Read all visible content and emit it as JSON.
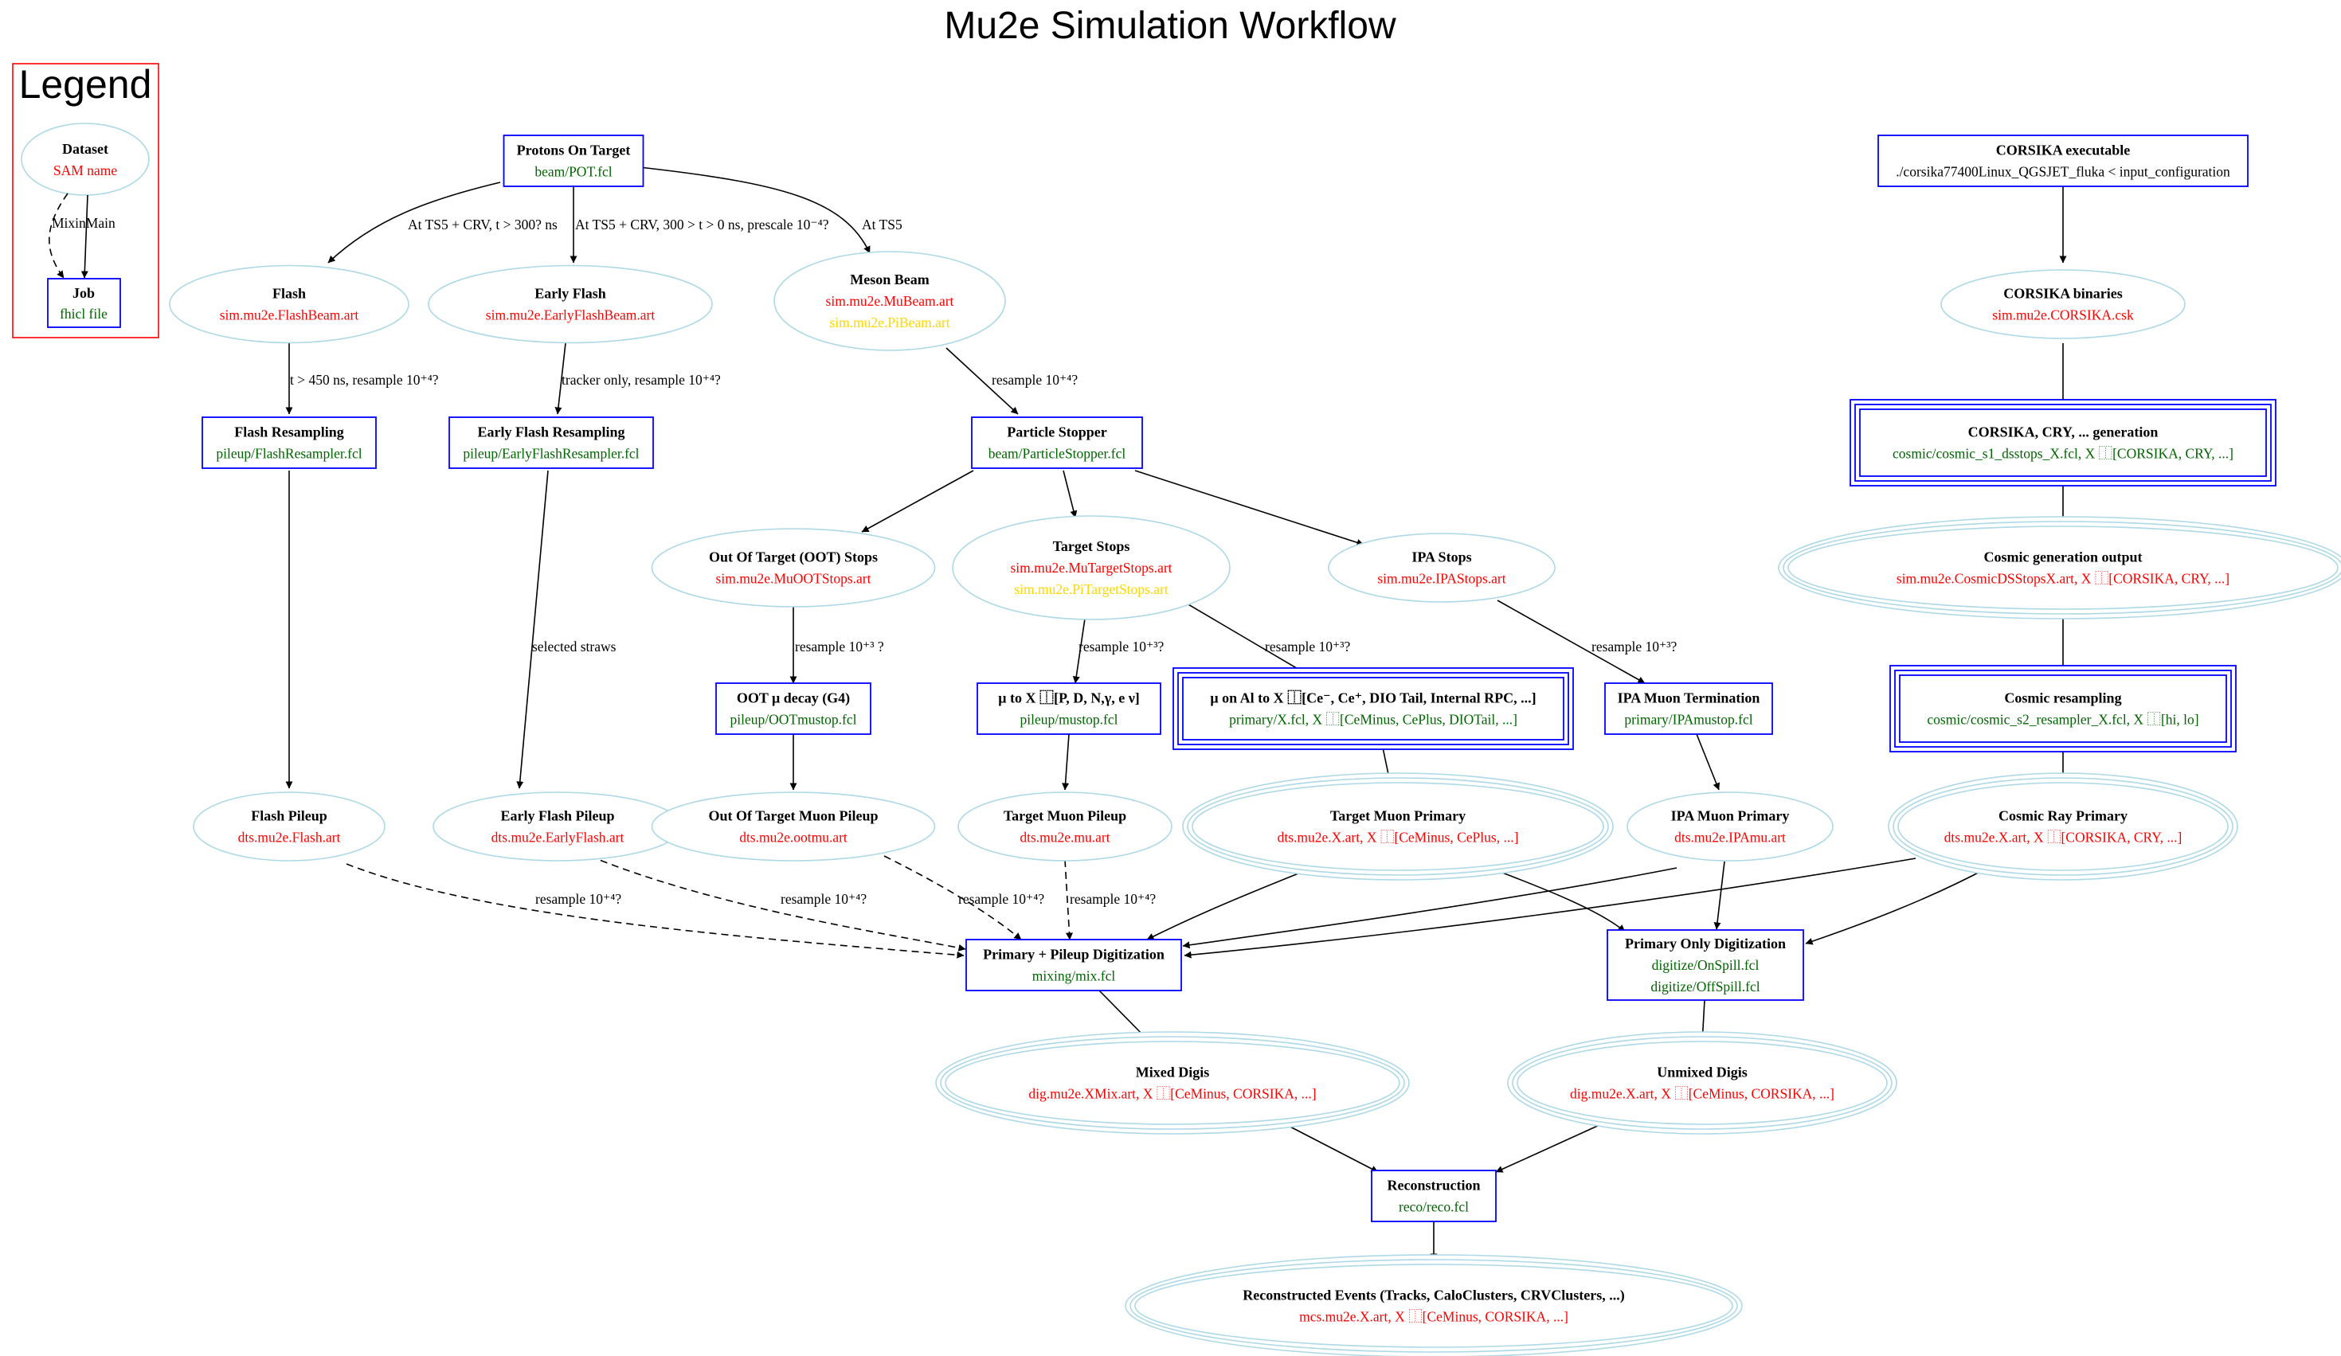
{
  "title": "Mu2e Simulation Workflow",
  "colors": {
    "dataset_border": "#add8e6",
    "job_border": "#0000ff",
    "sam_name": "#ff0000",
    "fhicl_file": "#006400",
    "secondary_file": "#ffd700",
    "legend_border": "#ff0000"
  },
  "legend": {
    "title": "Legend",
    "dataset": {
      "title": "Dataset",
      "sub": "SAM name"
    },
    "job": {
      "title": "Job",
      "sub": "fhicl file"
    },
    "edge_label": "MixinMain"
  },
  "nodes": {
    "pot": {
      "title": "Protons On Target",
      "lines": [
        "beam/POT.fcl"
      ]
    },
    "flash": {
      "title": "Flash",
      "lines": [
        "sim.mu2e.FlashBeam.art"
      ]
    },
    "early_flash": {
      "title": "Early Flash",
      "lines": [
        "sim.mu2e.EarlyFlashBeam.art"
      ]
    },
    "meson_beam": {
      "title": "Meson Beam",
      "lines": [
        "sim.mu2e.MuBeam.art",
        "sim.mu2e.PiBeam.art"
      ]
    },
    "flash_resampling": {
      "title": "Flash Resampling",
      "lines": [
        "pileup/FlashResampler.fcl"
      ]
    },
    "early_flash_resampling": {
      "title": "Early Flash Resampling",
      "lines": [
        "pileup/EarlyFlashResampler.fcl"
      ]
    },
    "particle_stopper": {
      "title": "Particle Stopper",
      "lines": [
        "beam/ParticleStopper.fcl"
      ]
    },
    "oot_stops": {
      "title": "Out Of Target (OOT) Stops",
      "lines": [
        "sim.mu2e.MuOOTStops.art"
      ]
    },
    "target_stops": {
      "title": "Target Stops",
      "lines": [
        "sim.mu2e.MuTargetStops.art",
        "sim.mu2e.PiTargetStops.art"
      ]
    },
    "ipa_stops": {
      "title": "IPA Stops",
      "lines": [
        "sim.mu2e.IPAStops.art"
      ]
    },
    "oot_decay": {
      "title": "OOT μ decay (G4)",
      "lines": [
        "pileup/OOTmustop.fcl"
      ]
    },
    "mu_to_x": {
      "title": "μ to X ⿰[P, D, N,γ, e ν]",
      "lines": [
        "pileup/mustop.fcl"
      ]
    },
    "mu_on_al": {
      "title": "μ on Al to X ⿰[Ce⁻, Ce⁺, DIO Tail, Internal RPC, ...]",
      "lines": [
        "primary/X.fcl, X ⿰[CeMinus, CePlus, DIOTail, ...]"
      ]
    },
    "ipa_termination": {
      "title": "IPA Muon Termination",
      "lines": [
        "primary/IPAmustop.fcl"
      ]
    },
    "flash_pileup": {
      "title": "Flash Pileup",
      "lines": [
        "dts.mu2e.Flash.art"
      ]
    },
    "early_flash_pileup": {
      "title": "Early Flash Pileup",
      "lines": [
        "dts.mu2e.EarlyFlash.art"
      ]
    },
    "oot_muon_pileup": {
      "title": "Out Of Target Muon Pileup",
      "lines": [
        "dts.mu2e.ootmu.art"
      ]
    },
    "target_muon_pileup": {
      "title": "Target Muon Pileup",
      "lines": [
        "dts.mu2e.mu.art"
      ]
    },
    "target_muon_primary": {
      "title": "Target Muon Primary",
      "lines": [
        "dts.mu2e.X.art, X ⿰[CeMinus, CePlus, ...]"
      ]
    },
    "ipa_muon_primary": {
      "title": "IPA Muon Primary",
      "lines": [
        "dts.mu2e.IPAmu.art"
      ]
    },
    "cosmic_ray_primary": {
      "title": "Cosmic Ray Primary",
      "lines": [
        "dts.mu2e.X.art, X ⿰[CORSIKA, CRY, ...]"
      ]
    },
    "primary_pileup_digi": {
      "title": "Primary + Pileup Digitization",
      "lines": [
        "mixing/mix.fcl"
      ]
    },
    "primary_only_digi": {
      "title": "Primary Only Digitization",
      "lines": [
        "digitize/OnSpill.fcl",
        "digitize/OffSpill.fcl"
      ]
    },
    "mixed_digis": {
      "title": "Mixed Digis",
      "lines": [
        "dig.mu2e.XMix.art, X ⿰[CeMinus, CORSIKA, ...]"
      ]
    },
    "unmixed_digis": {
      "title": "Unmixed Digis",
      "lines": [
        "dig.mu2e.X.art, X ⿰[CeMinus, CORSIKA, ...]"
      ]
    },
    "reconstruction": {
      "title": "Reconstruction",
      "lines": [
        "reco/reco.fcl"
      ]
    },
    "reco_events": {
      "title": "Reconstructed Events (Tracks, CaloClusters, CRVClusters, ...)",
      "lines": [
        "mcs.mu2e.X.art, X ⿰[CeMinus, CORSIKA, ...]"
      ]
    },
    "corsika_exe": {
      "title": "CORSIKA executable",
      "lines": [
        "./corsika77400Linux_QGSJET_fluka < input_configuration"
      ]
    },
    "corsika_binaries": {
      "title": "CORSIKA binaries",
      "lines": [
        "sim.mu2e.CORSIKA.csk"
      ]
    },
    "corsika_generation": {
      "title": "CORSIKA, CRY, ... generation",
      "lines": [
        "cosmic/cosmic_s1_dsstops_X.fcl, X ⿰[CORSIKA, CRY, ...]"
      ]
    },
    "cosmic_gen_output": {
      "title": "Cosmic generation output",
      "lines": [
        "sim.mu2e.CosmicDSStopsX.art, X ⿰[CORSIKA, CRY, ...]"
      ]
    },
    "cosmic_resampling": {
      "title": "Cosmic resampling",
      "lines": [
        "cosmic/cosmic_s2_resampler_X.fcl, X ⿰[hi, lo]"
      ]
    }
  },
  "edge_labels": {
    "pot_flash": "At TS5 + CRV, t > 300? ns",
    "pot_early": "At TS5 + CRV, 300 > t > 0 ns, prescale 10⁻⁴?",
    "pot_meson": "At TS5",
    "flash_res": "t > 450 ns, resample 10⁺⁴?",
    "early_res": "tracker only, resample 10⁺⁴?",
    "meson_stopper": "resample 10⁺⁴?",
    "early_pileup": "selected straws",
    "oot_decay": "resample 10⁺³ ?",
    "target_mutox": "resample 10⁺³?",
    "target_mual": "resample 10⁺³?",
    "ipa_term": "resample 10⁺³?",
    "flash_mix": "resample 10⁺⁴?",
    "early_mix": "resample 10⁺⁴?",
    "oot_mix": "resample 10⁺⁴?",
    "target_mix": "resample 10⁺⁴?"
  }
}
